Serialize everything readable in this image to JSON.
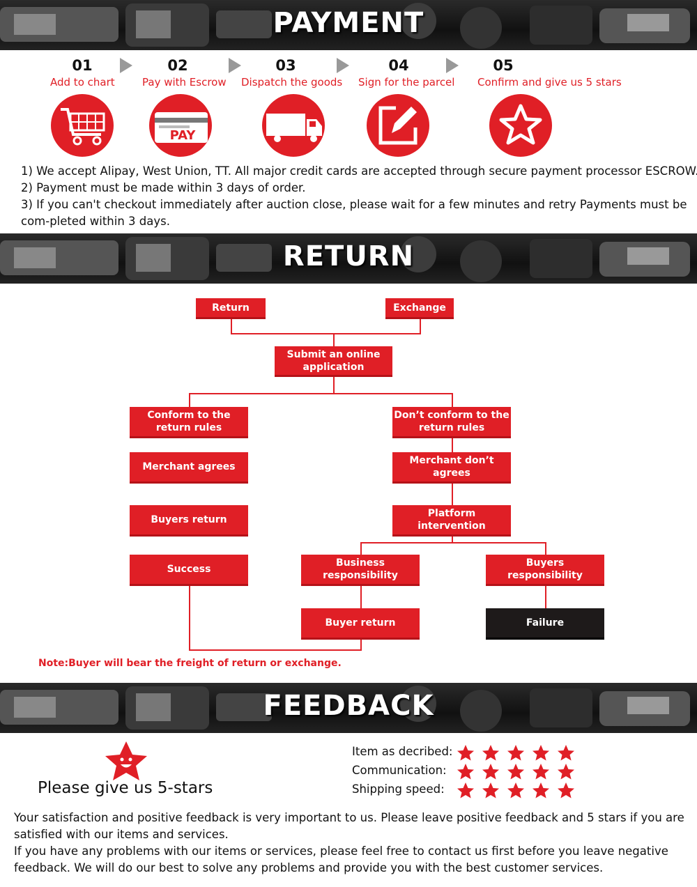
{
  "payment": {
    "title": "PAYMENT",
    "steps": [
      {
        "num": "01",
        "label": "Add to chart",
        "icon": "shopping-cart-icon"
      },
      {
        "num": "02",
        "label": "Pay with Escrow",
        "icon": "credit-card-icon",
        "icon_text": "PAY"
      },
      {
        "num": "03",
        "label": "Dispatch the goods",
        "icon": "truck-icon"
      },
      {
        "num": "04",
        "label": "Sign for the parcel",
        "icon": "edit-icon"
      },
      {
        "num": "05",
        "label": "Confirm and give us 5 stars",
        "icon": "star-icon"
      }
    ],
    "lines": [
      "1) We accept Alipay, West Union, TT. All major credit cards are accepted through secure payment processor ESCROW.",
      "2) Payment must be made within 3 days of order.",
      "3) If you can't checkout immediately after auction close, please wait for a few minutes and retry Payments must be",
      "com-pleted within 3 days."
    ]
  },
  "return": {
    "title": "RETURN",
    "boxes": {
      "return": "Return",
      "exchange": "Exchange",
      "submit": "Submit an online application",
      "conform": "Conform to the return rules",
      "not_conform": "Don’t conform to the return rules",
      "merchant_agrees": "Merchant agrees",
      "merchant_dont": "Merchant don’t agrees",
      "buyers_return": "Buyers return",
      "platform": "Platform intervention",
      "success": "Success",
      "business_resp": "Business responsibility",
      "buyers_resp": "Buyers responsibility",
      "buyer_return": "Buyer return",
      "failure": "Failure"
    },
    "note": "Note:Buyer will bear the freight of return or exchange."
  },
  "feedback": {
    "title": "FEEDBACK",
    "heading": "Please give us 5-stars",
    "ratings": [
      {
        "label": "Item as decribed:",
        "stars": 5
      },
      {
        "label": "Communication:",
        "stars": 5
      },
      {
        "label": "Shipping speed:",
        "stars": 5
      }
    ],
    "lines": [
      "Your satisfaction and positive feedback is very important to us.  Please leave positive feedback and 5 stars if you are",
      "satisfied with our items and services.",
      "If you have any problems with our items or services, please feel free to contact us first before you leave negative",
      "feedback.  We will do our best to solve any problems and provide you with the best customer services."
    ]
  },
  "colors": {
    "accent": "#e01f26",
    "dark": "#1e1a1a",
    "banner": "#111111"
  }
}
